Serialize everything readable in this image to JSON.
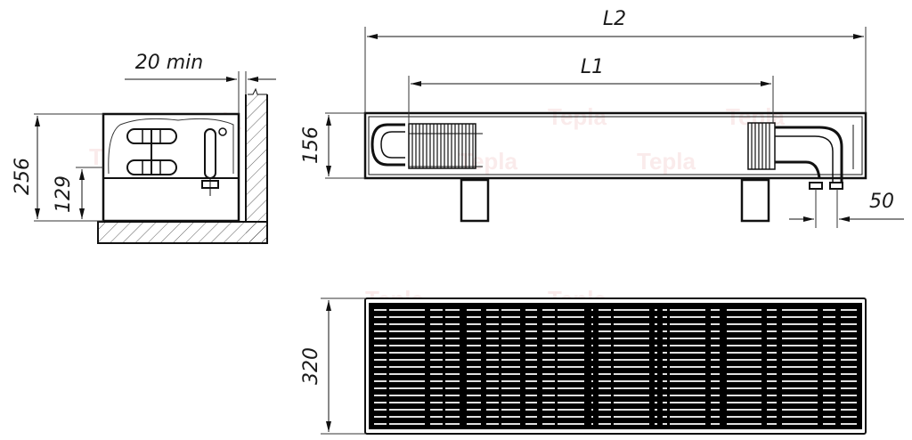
{
  "drawing": {
    "type": "technical drawing",
    "subject": "in-floor convector (trench heater)",
    "watermark": "Tepla",
    "colors": {
      "line": "#111111",
      "watermark": "#f2c9c9",
      "background": "#ffffff"
    }
  },
  "views": {
    "side_section": {
      "label": "side-section-view",
      "dimensions": {
        "wall_gap": "20 min",
        "total_height": "256",
        "pipe_height": "129"
      }
    },
    "front_view": {
      "label": "front-view",
      "dimensions": {
        "overall_length": "L2",
        "heat_exchanger_length": "L1",
        "height": "156",
        "pipe_spacing": "50"
      }
    },
    "top_view": {
      "label": "top-view-grille",
      "dimensions": {
        "width": "320"
      }
    }
  }
}
